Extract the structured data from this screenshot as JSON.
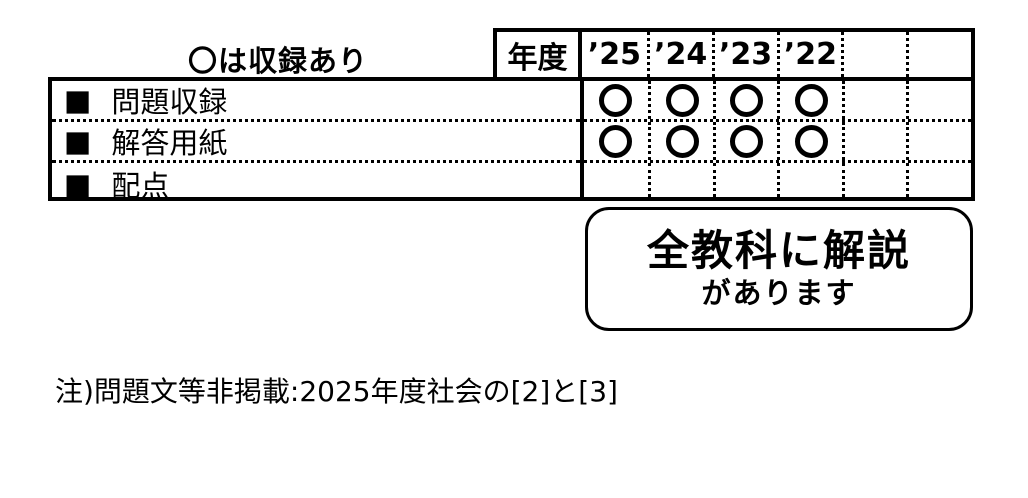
{
  "colors": {
    "ink": "#000000",
    "background": "#ffffff"
  },
  "legend": {
    "text": "〇は収録あり"
  },
  "table": {
    "year_header_label": "年度",
    "year_columns": [
      "’25",
      "’24",
      "’23",
      "’22",
      "",
      ""
    ],
    "row_bullet": "■",
    "included_mark": "○",
    "rows": [
      {
        "label": "問題収録",
        "values": [
          "○",
          "○",
          "○",
          "○",
          "",
          ""
        ]
      },
      {
        "label": "解答用紙",
        "values": [
          "○",
          "○",
          "○",
          "○",
          "",
          ""
        ]
      },
      {
        "label": "配点",
        "values": [
          "",
          "",
          "",
          "",
          "",
          ""
        ]
      }
    ]
  },
  "callout": {
    "line1": "全教科に解説",
    "line2": "があります"
  },
  "footnote": {
    "text": "注)問題文等非掲載:2025年度社会の[2]と[3]"
  }
}
